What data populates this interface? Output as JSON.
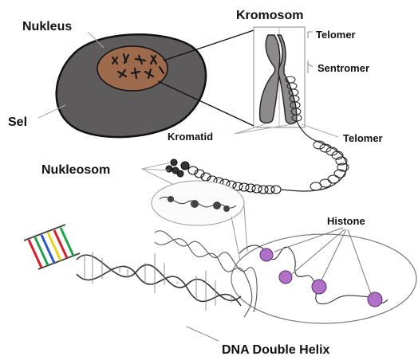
{
  "labels": {
    "nucleus": "Nukleus",
    "cell": "Sel",
    "chromosome": "Kromosom",
    "telomere_top": "Telomer",
    "centromere": "Sentromer",
    "chromatid": "Kromatid",
    "telomere_bottom": "Telomer",
    "nucleosome": "Nukleosom",
    "histone": "Histone",
    "dna_helix": "DNA Double Helix"
  },
  "colors": {
    "cell_fill": "#5d5b5c",
    "nucleus_fill": "#9e6a4c",
    "chromosome_fill": "#8c8a8b",
    "histone_fill": "#b070c8",
    "base_pair_red": "#d4202a",
    "base_pair_green": "#1fa24a",
    "base_pair_blue": "#2a57c8",
    "base_pair_yellow": "#e8d320"
  }
}
